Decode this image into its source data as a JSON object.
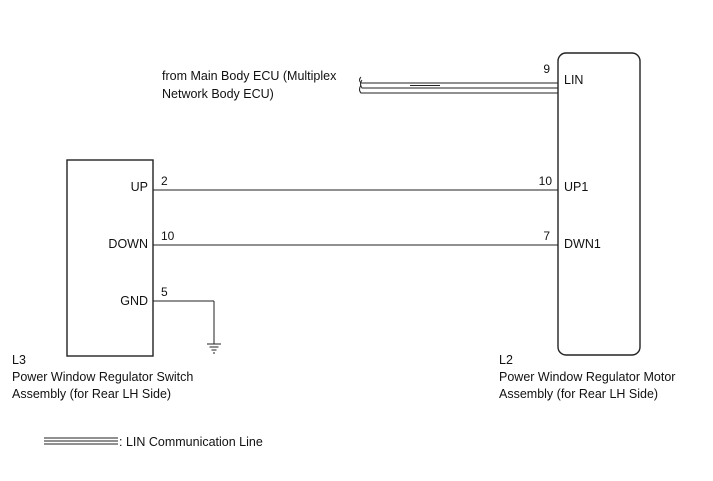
{
  "source": {
    "line1": "from Main Body ECU (Multiplex",
    "line2": "Network Body ECU)"
  },
  "switch": {
    "code": "L3",
    "name_line1": "Power Window Regulator Switch",
    "name_line2": "Assembly (for Rear LH Side)",
    "pins": [
      {
        "label": "UP",
        "number": "2"
      },
      {
        "label": "DOWN",
        "number": "10"
      },
      {
        "label": "GND",
        "number": "5"
      }
    ]
  },
  "motor": {
    "code": "L2",
    "name_line1": "Power Window Regulator Motor",
    "name_line2": "Assembly (for Rear LH Side)",
    "pins": [
      {
        "label": "LIN",
        "number": "9"
      },
      {
        "label": "UP1",
        "number": "10"
      },
      {
        "label": "DWN1",
        "number": "7"
      }
    ]
  },
  "legend": {
    "label": ": LIN Communication Line"
  }
}
